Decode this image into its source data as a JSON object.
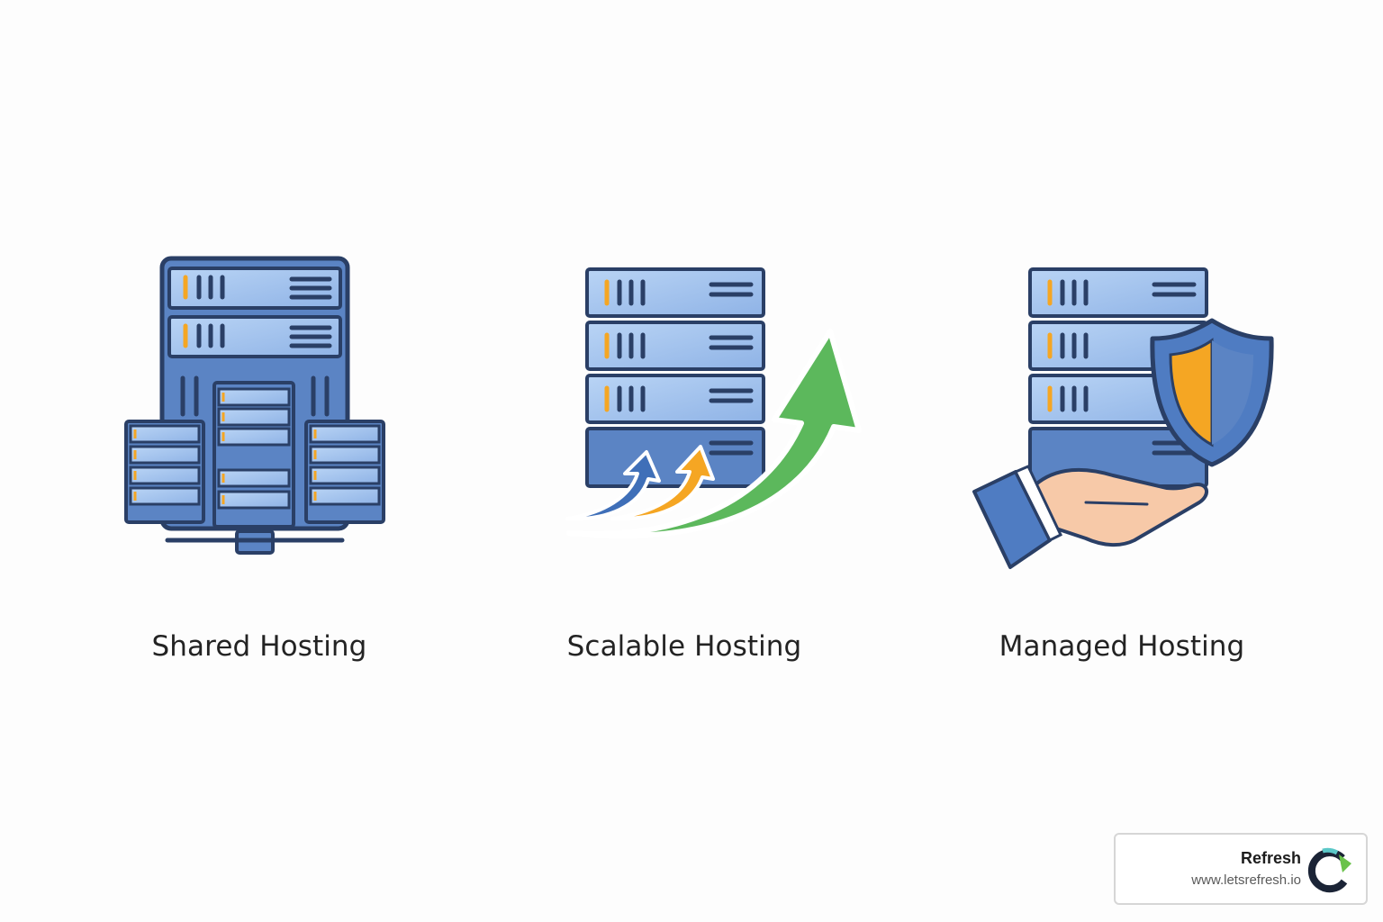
{
  "panels": [
    {
      "label": "Shared Hosting",
      "icon": "shared-server-rack-icon"
    },
    {
      "label": "Scalable Hosting",
      "icon": "server-growth-arrows-icon"
    },
    {
      "label": "Managed Hosting",
      "icon": "hand-server-shield-icon"
    }
  ],
  "brand": {
    "name": "Refresh",
    "url": "www.letsrefresh.io",
    "icon": "refresh-logo-icon"
  },
  "colors": {
    "server_blue": "#5b84c4",
    "server_light": "#a9c8f0",
    "outline": "#2a3f66",
    "accent_orange": "#f5a623",
    "arrow_green": "#5cb85c",
    "arrow_blue": "#3f6fb8",
    "skin": "#f7c9a8",
    "brand_teal": "#5bc8c8",
    "brand_green": "#6ac24a"
  }
}
